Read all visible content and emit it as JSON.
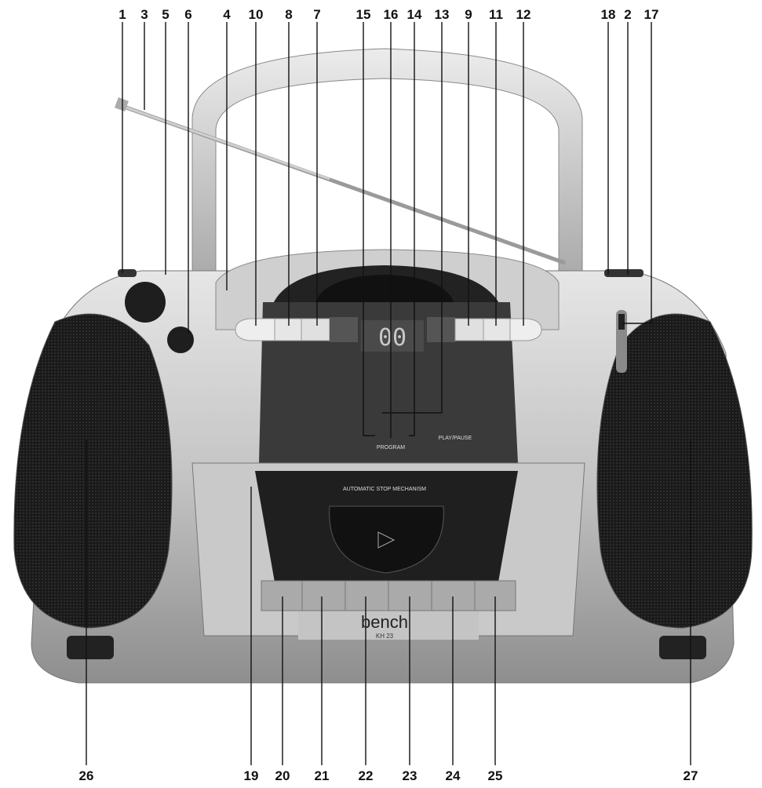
{
  "device": {
    "brand": "bench",
    "model": "KH 23",
    "cassette_label": "AUTOMATIC STOP MECHANISM",
    "display": "00",
    "play_pause_label": "PLAY/PAUSE",
    "program_label": "PROGRAM"
  },
  "callouts_top": [
    "1",
    "3",
    "5",
    "6",
    "4",
    "10",
    "8",
    "7",
    "15",
    "16",
    "14",
    "13",
    "9",
    "11",
    "12",
    "18",
    "2",
    "17"
  ],
  "callouts_bottom": [
    "26",
    "19",
    "20",
    "21",
    "22",
    "23",
    "24",
    "25",
    "27"
  ],
  "colors": {
    "body": "#b9b9b9",
    "dark": "#2a2a2a",
    "speaker": "#1c1c1c",
    "display": "#9a9a9a"
  }
}
